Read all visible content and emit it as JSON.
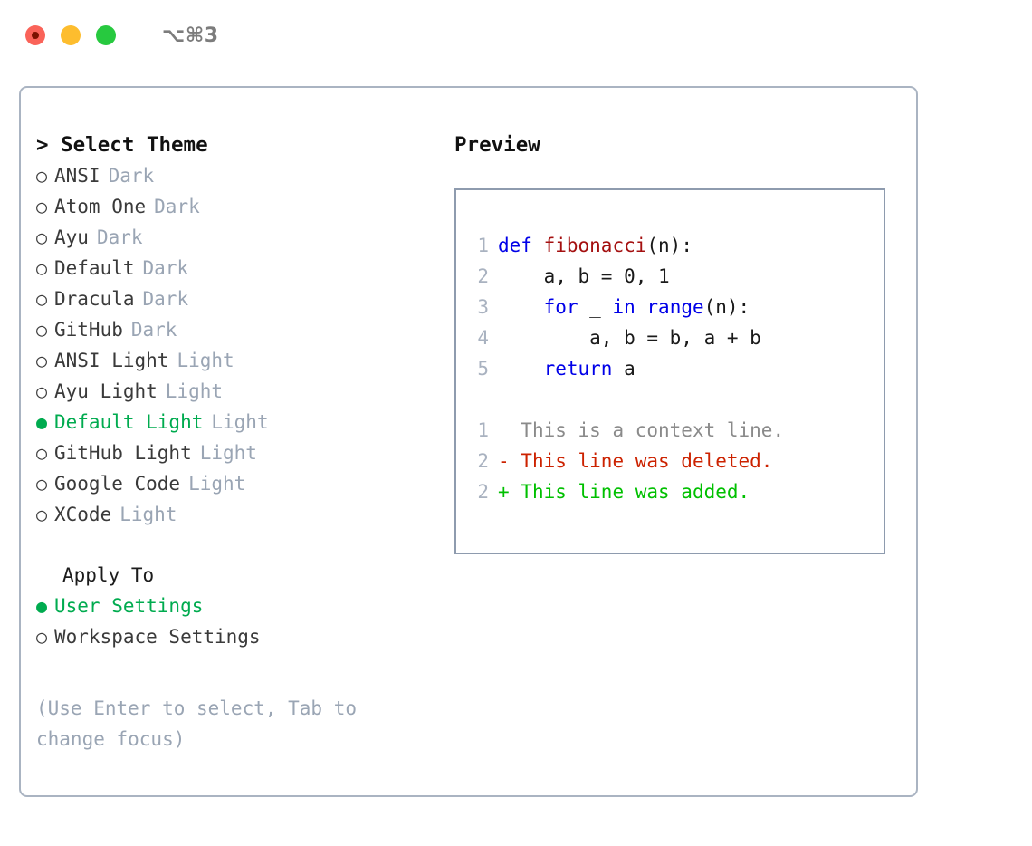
{
  "window": {
    "shortcut_title": "⌥⌘3",
    "traffic_lights": [
      {
        "name": "close",
        "color": "#fa6359"
      },
      {
        "name": "minimize",
        "color": "#fdbd2e"
      },
      {
        "name": "zoom",
        "color": "#27c93f"
      }
    ]
  },
  "left": {
    "header": "> Select Theme",
    "themes": [
      {
        "bullet": "○",
        "name": "ANSI",
        "tag": "Dark",
        "selected": false
      },
      {
        "bullet": "○",
        "name": "Atom One",
        "tag": "Dark",
        "selected": false
      },
      {
        "bullet": "○",
        "name": "Ayu",
        "tag": "Dark",
        "selected": false
      },
      {
        "bullet": "○",
        "name": "Default",
        "tag": "Dark",
        "selected": false
      },
      {
        "bullet": "○",
        "name": "Dracula",
        "tag": "Dark",
        "selected": false
      },
      {
        "bullet": "○",
        "name": "GitHub",
        "tag": "Dark",
        "selected": false
      },
      {
        "bullet": "○",
        "name": "ANSI Light",
        "tag": "Light",
        "selected": false
      },
      {
        "bullet": "○",
        "name": "Ayu Light",
        "tag": "Light",
        "selected": false
      },
      {
        "bullet": "●",
        "name": "Default Light",
        "tag": "Light",
        "selected": true
      },
      {
        "bullet": "○",
        "name": "GitHub Light",
        "tag": "Light",
        "selected": false
      },
      {
        "bullet": "○",
        "name": "Google Code",
        "tag": "Light",
        "selected": false
      },
      {
        "bullet": "○",
        "name": "XCode",
        "tag": "Light",
        "selected": false
      }
    ],
    "apply_to": {
      "label": "Apply To",
      "options": [
        {
          "bullet": "●",
          "name": "User Settings",
          "selected": true
        },
        {
          "bullet": "○",
          "name": "Workspace Settings",
          "selected": false
        }
      ]
    },
    "hint": "(Use Enter to select, Tab to change focus)"
  },
  "right": {
    "title": "Preview",
    "code_lines": [
      {
        "num": "1",
        "tokens": [
          {
            "t": "def",
            "c": "kw"
          },
          {
            "t": " ",
            "c": "plain"
          },
          {
            "t": "fibonacci",
            "c": "fn"
          },
          {
            "t": "(n):",
            "c": "plain"
          }
        ]
      },
      {
        "num": "2",
        "tokens": [
          {
            "t": "    a, b = 0, 1",
            "c": "plain"
          }
        ]
      },
      {
        "num": "3",
        "tokens": [
          {
            "t": "    ",
            "c": "plain"
          },
          {
            "t": "for",
            "c": "kw"
          },
          {
            "t": " _ ",
            "c": "plain"
          },
          {
            "t": "in",
            "c": "kw"
          },
          {
            "t": " ",
            "c": "plain"
          },
          {
            "t": "range",
            "c": "kw"
          },
          {
            "t": "(n):",
            "c": "plain"
          }
        ]
      },
      {
        "num": "4",
        "tokens": [
          {
            "t": "        a, b = b, a + b",
            "c": "plain"
          }
        ]
      },
      {
        "num": "5",
        "tokens": [
          {
            "t": "    ",
            "c": "plain"
          },
          {
            "t": "return",
            "c": "kw"
          },
          {
            "t": " a",
            "c": "plain"
          }
        ]
      }
    ],
    "diff_lines": [
      {
        "num": "1",
        "marker": " ",
        "text": " This is a context line.",
        "kind": "ctx"
      },
      {
        "num": "2",
        "marker": "-",
        "text": " This line was deleted.",
        "kind": "del"
      },
      {
        "num": "2",
        "marker": "+",
        "text": " This line was added.",
        "kind": "add"
      }
    ]
  },
  "colors": {
    "accent_green": "#00ab4f",
    "diff_add": "#00c000",
    "diff_del": "#cc2200",
    "keyword_blue": "#0000e8",
    "function_red": "#a41010",
    "muted": "#9aa5b4",
    "border": "#aab4c2"
  }
}
